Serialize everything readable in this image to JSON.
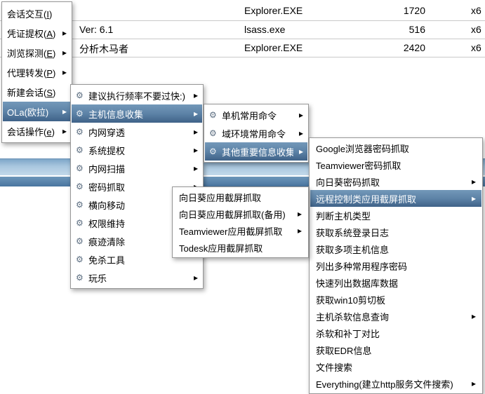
{
  "icons": {
    "gear": "⚙",
    "arrow": "▸"
  },
  "bg": {
    "rows": [
      {
        "process": "Explorer.EXE",
        "pid": "1720",
        "arch": "x6"
      },
      {
        "name": "Ver: 6.1",
        "process": "lsass.exe",
        "pid": "516",
        "arch": "x6"
      },
      {
        "name": "分析木马者",
        "process": "Explorer.EXE",
        "pid": "2420",
        "arch": "x6"
      }
    ]
  },
  "m1": {
    "items": [
      {
        "pre": "会话交互(",
        "key": "I",
        "post": ")",
        "arrow": ""
      },
      {
        "pre": "凭证提权(",
        "key": "A",
        "post": ")",
        "arrow": "▸"
      },
      {
        "pre": "浏览探测(",
        "key": "E",
        "post": ")",
        "arrow": "▸"
      },
      {
        "pre": "代理转发(",
        "key": "P",
        "post": ")",
        "arrow": "▸"
      },
      {
        "pre": "新建会话(",
        "key": "S",
        "post": ")",
        "arrow": ""
      },
      {
        "pre": "OLa(欧拉)",
        "key": "",
        "post": "",
        "arrow": "▸",
        "selected": true
      },
      {
        "pre": "会话操作(",
        "key": "e",
        "post": ")",
        "arrow": "▸"
      }
    ]
  },
  "m2": {
    "items": [
      {
        "label": "建议执行频率不要过快:)",
        "arrow": "▸"
      },
      {
        "label": "主机信息收集",
        "arrow": "▸",
        "selected": true
      },
      {
        "label": "内网穿透",
        "arrow": "▸"
      },
      {
        "label": "系统提权",
        "arrow": "▸"
      },
      {
        "label": "内网扫描",
        "arrow": "▸"
      },
      {
        "label": "密码抓取",
        "arrow": "▸"
      },
      {
        "label": "横向移动",
        "arrow": "▸"
      },
      {
        "label": "权限维持",
        "arrow": "▸"
      },
      {
        "label": "痕迹清除",
        "arrow": ""
      },
      {
        "label": "免杀工具",
        "arrow": ""
      },
      {
        "label": "玩乐",
        "arrow": "▸"
      }
    ]
  },
  "m3": {
    "items": [
      {
        "label": "单机常用命令",
        "arrow": "▸"
      },
      {
        "label": "域环境常用命令",
        "arrow": "▸"
      },
      {
        "label": "其他重要信息收集",
        "arrow": "▸",
        "selected": true
      }
    ]
  },
  "m4": {
    "items": [
      {
        "label": "Google浏览器密码抓取",
        "arrow": ""
      },
      {
        "label": "Teamviewer密码抓取",
        "arrow": ""
      },
      {
        "label": "向日葵密码抓取",
        "arrow": "▸"
      },
      {
        "label": "远程控制类应用截屏抓取",
        "arrow": "▸",
        "selected": true
      },
      {
        "label": "判断主机类型",
        "arrow": ""
      },
      {
        "label": "获取系统登录日志",
        "arrow": ""
      },
      {
        "label": "获取多项主机信息",
        "arrow": ""
      },
      {
        "label": "列出多种常用程序密码",
        "arrow": ""
      },
      {
        "label": "快速列出数据库数据",
        "arrow": ""
      },
      {
        "label": "获取win10剪切板",
        "arrow": ""
      },
      {
        "label": "主机杀软信息查询",
        "arrow": "▸"
      },
      {
        "label": "杀软和补丁对比",
        "arrow": ""
      },
      {
        "label": "获取EDR信息",
        "arrow": ""
      },
      {
        "label": "文件搜索",
        "arrow": ""
      },
      {
        "label": "Everything(建立http服务文件搜索)",
        "arrow": "▸"
      }
    ]
  },
  "m5": {
    "items": [
      {
        "label": "向日葵应用截屏抓取",
        "arrow": ""
      },
      {
        "label": "向日葵应用截屏抓取(备用)",
        "arrow": "▸"
      },
      {
        "label": "Teamviewer应用截屏抓取",
        "arrow": "▸"
      },
      {
        "label": "Todesk应用截屏抓取",
        "arrow": ""
      }
    ]
  }
}
